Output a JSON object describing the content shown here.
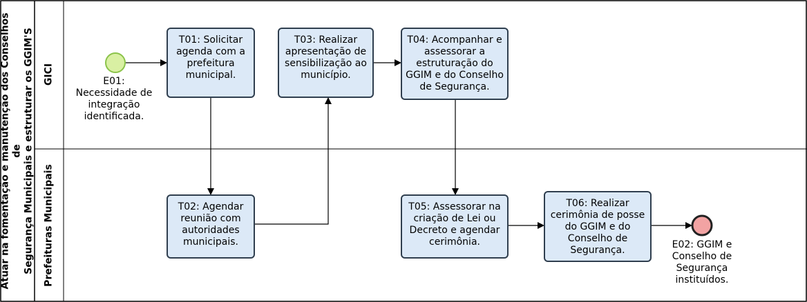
{
  "pool": {
    "title": "Atuar na fomentação e manutenção dos Conselhos de\nSegurança Municipais e estruturar os GGIM'S"
  },
  "lanes": [
    {
      "label": "GICI"
    },
    {
      "label": "Prefeituras Municipais"
    }
  ],
  "events": {
    "start": {
      "label": "E01:\nNecessidade de\nintegração\nidentificada.",
      "color": "#d9f0a3",
      "stroke": "#8bc34a"
    },
    "end": {
      "label": "E02: GGIM e\nConselho de\nSegurança\ninstituídos.",
      "color": "#f2a3a3",
      "stroke": "#222222"
    }
  },
  "tasks": {
    "t01": {
      "label": "T01: Solicitar\nagenda com a\nprefeitura\nmunicipal."
    },
    "t02": {
      "label": "T02: Agendar\nreunião com\nautoridades\nmunicipais."
    },
    "t03": {
      "label": "T03: Realizar\napresentação de\nsensibilização ao\nmunicípio."
    },
    "t04": {
      "label": "T04: Acompanhar e\nassessorar a\nestruturação do\nGGIM e do Conselho\nde Segurança."
    },
    "t05": {
      "label": "T05: Assessorar na\ncriação de Lei ou\nDecreto e agendar\ncerimônia."
    },
    "t06": {
      "label": "T06: Realizar\ncerimônia de posse\ndo GGIM e do\nConselho de\nSegurança."
    }
  },
  "colors": {
    "task_fill": "#dce9f7",
    "task_border": "#2f3e4e",
    "line": "#000000"
  }
}
